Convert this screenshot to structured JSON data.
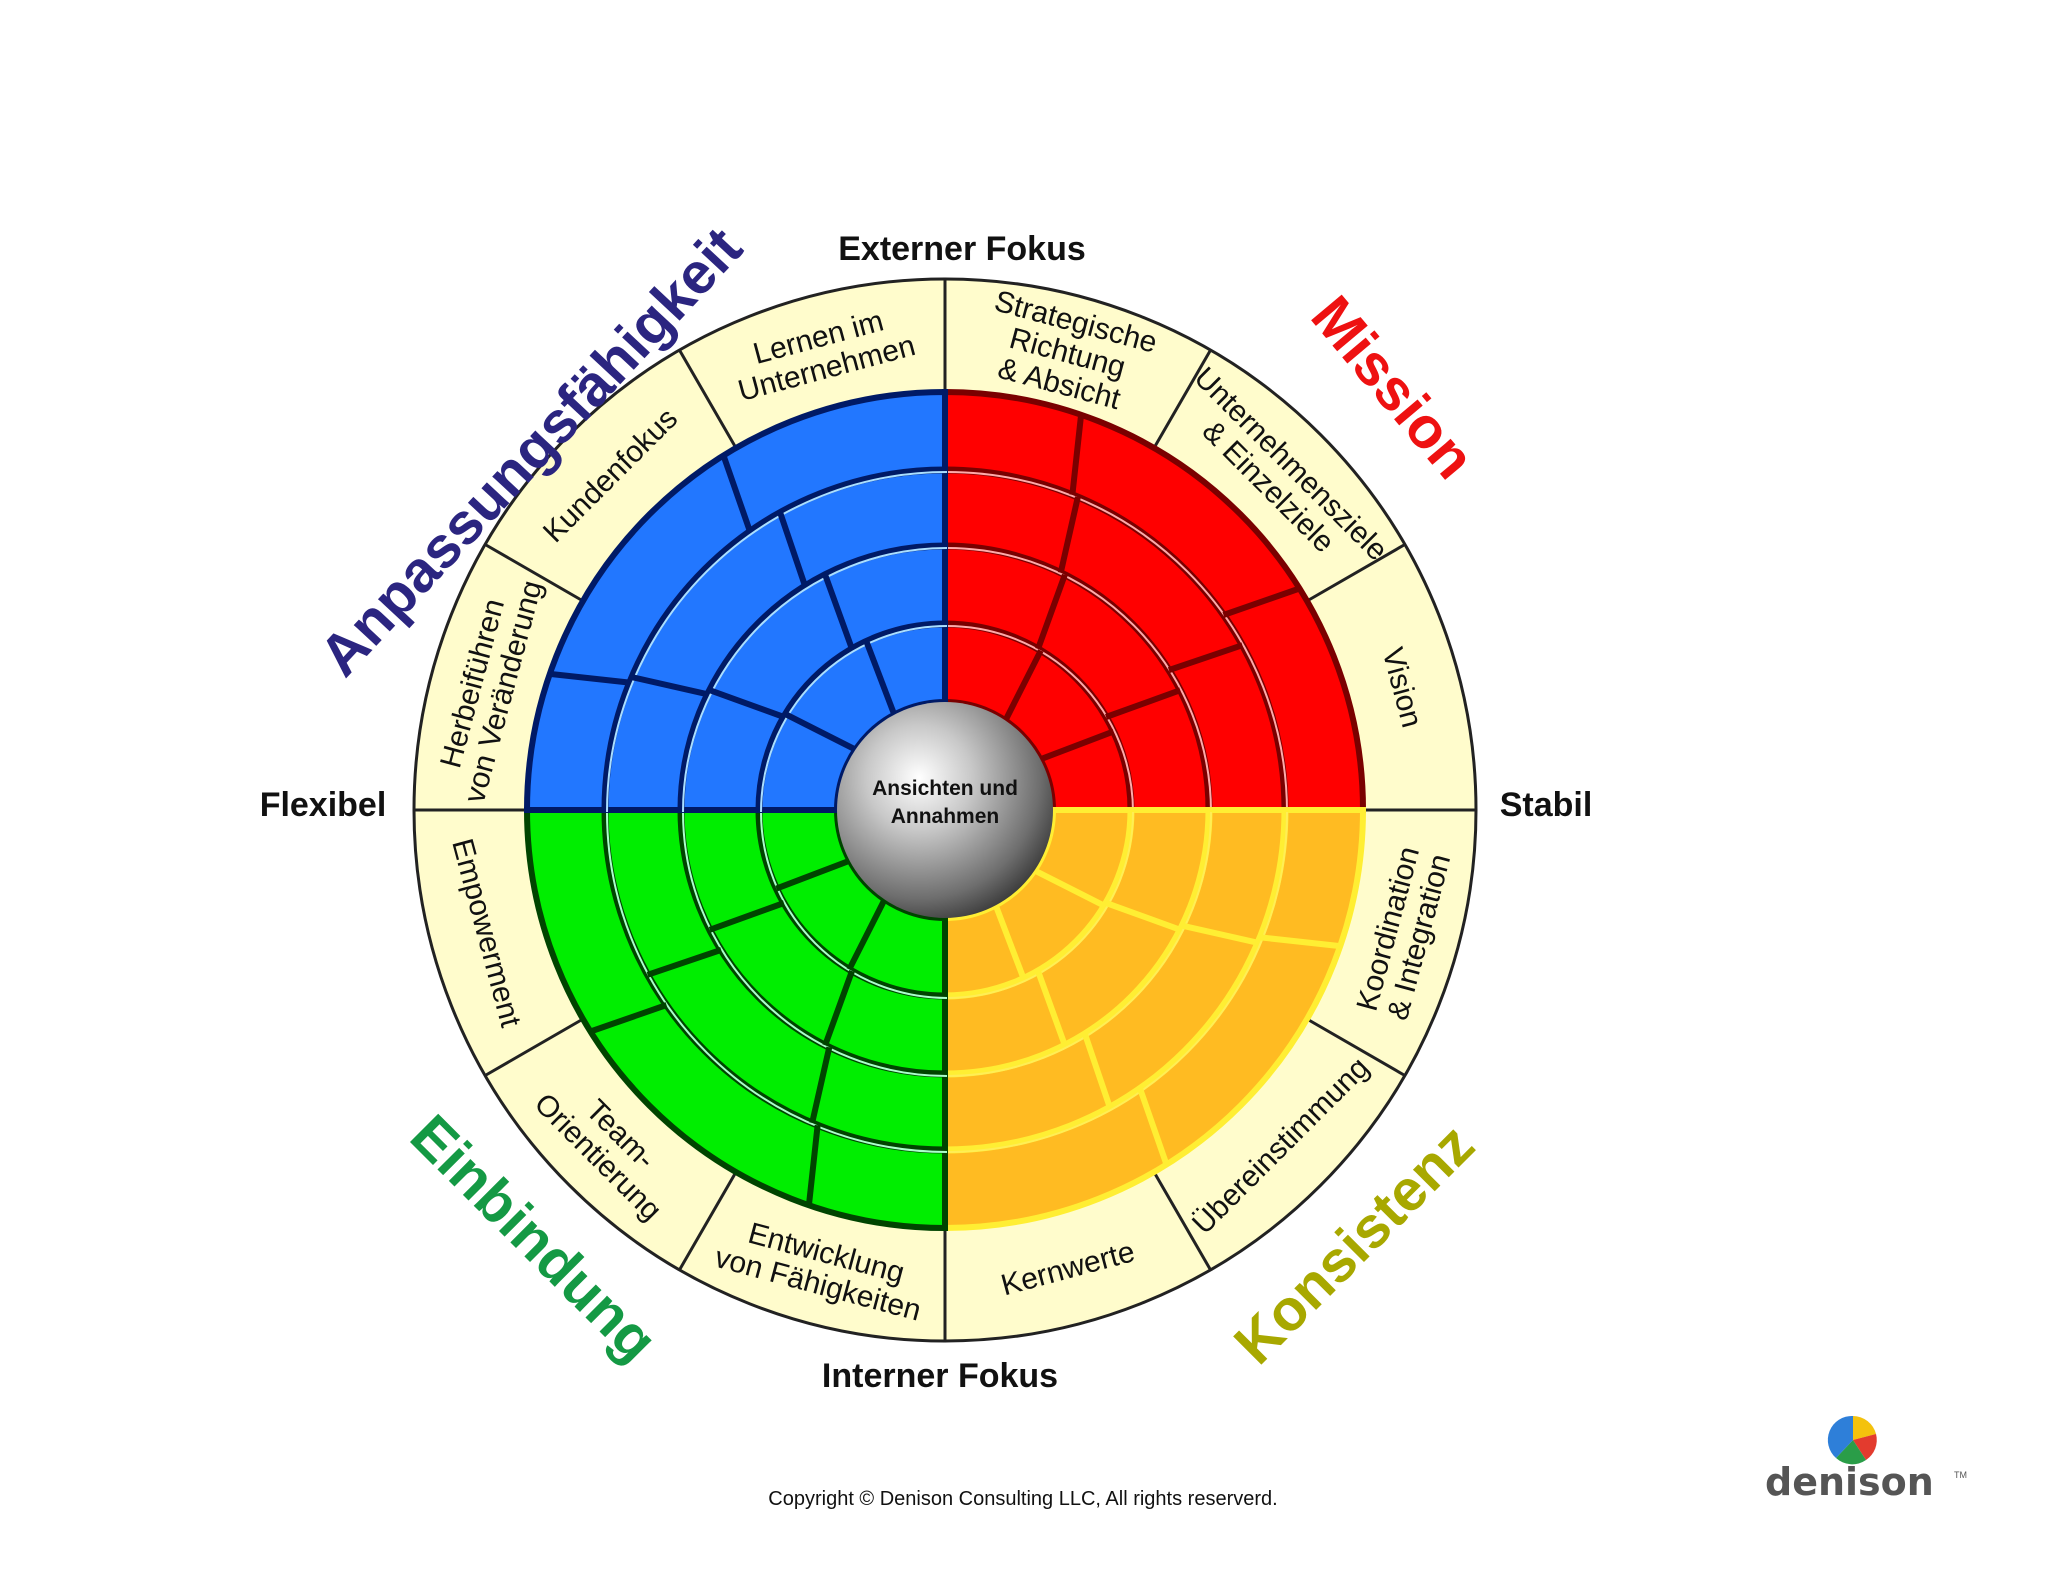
{
  "model": {
    "axes": {
      "top": "Externer Fokus",
      "bottom": "Interner Fokus",
      "left": "Flexibel",
      "right": "Stabil"
    },
    "center": {
      "line1": "Ansichten und",
      "line2": "Annahmen"
    },
    "traits": [
      {
        "key": "mission",
        "name": "Mission",
        "color": "#ee1111"
      },
      {
        "key": "konsistenz",
        "name": "Konsistenz",
        "color": "#a8a800"
      },
      {
        "key": "einbindung",
        "name": "Einbindung",
        "color": "#149944"
      },
      {
        "key": "anpassung",
        "name": "Anpassungsfähigkeit",
        "color": "#2b2580"
      }
    ],
    "quadrant_colors": {
      "mission": "#ff0000",
      "konsistenz": "#ffbb22",
      "einbindung": "#00ee00",
      "anpassung": "#2277ff"
    },
    "indices": [
      {
        "key": "strategische",
        "lines": [
          "Strategische",
          "Richtung",
          "& Absicht"
        ]
      },
      {
        "key": "ziele",
        "lines": [
          "Unternehmensziele",
          "& Einzelziele"
        ]
      },
      {
        "key": "vision",
        "lines": [
          "Vision"
        ]
      },
      {
        "key": "koordination",
        "lines": [
          "Koordination",
          "& Integration"
        ]
      },
      {
        "key": "uebereinstimmung",
        "lines": [
          "Übereinstimmung"
        ]
      },
      {
        "key": "kernwerte",
        "lines": [
          "Kernwerte"
        ]
      },
      {
        "key": "entwicklung",
        "lines": [
          "Entwicklung",
          "von Fähigkeiten"
        ]
      },
      {
        "key": "team",
        "lines": [
          "Team-",
          "Orientierung"
        ]
      },
      {
        "key": "empowerment",
        "lines": [
          "Empowerment"
        ]
      },
      {
        "key": "herbeifuehren",
        "lines": [
          "Herbeiführen",
          "von Veränderung"
        ]
      },
      {
        "key": "kundenfokus",
        "lines": [
          "Kundenfokus"
        ]
      },
      {
        "key": "lernen",
        "lines": [
          "Lernen im",
          "Unternehmen"
        ]
      }
    ]
  },
  "copyright": "Copyright © Denison Consulting LLC, All rights reserverd.",
  "logo": {
    "text": "denison",
    "tm": "TM"
  }
}
